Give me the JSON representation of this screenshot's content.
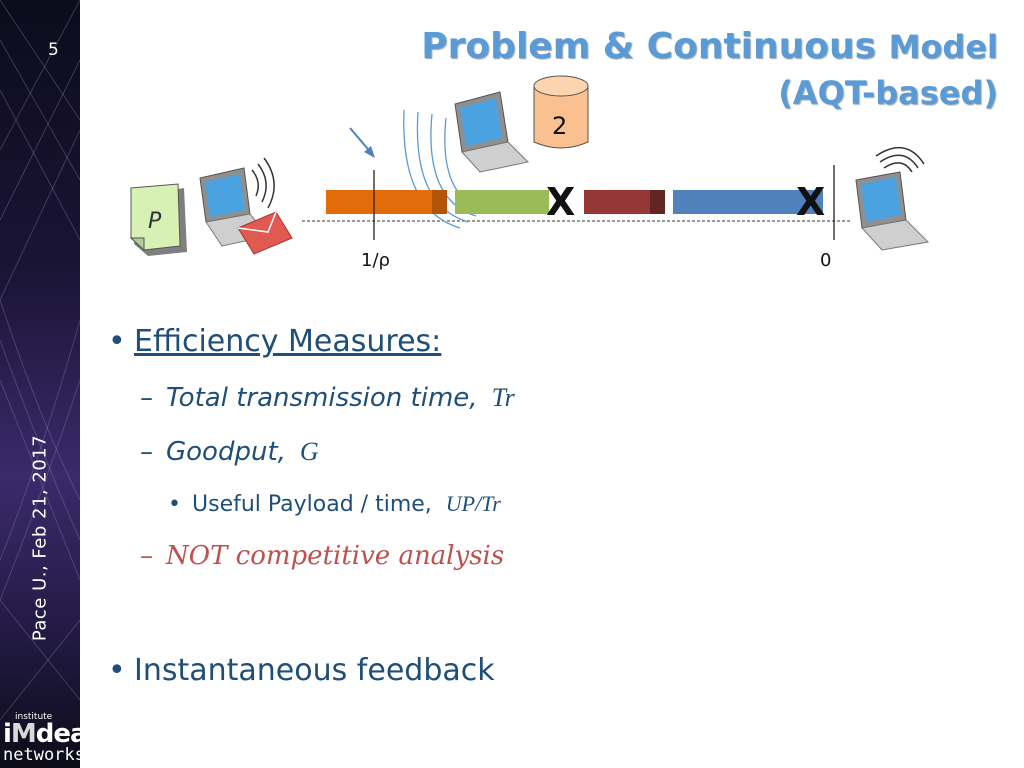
{
  "slide": {
    "number": "5",
    "footer": "Pace U., Feb 21, 2017",
    "logo": {
      "small": "institute",
      "main_i": "i",
      "main_m": "M",
      "main_rest": "dea",
      "sub": "networks"
    },
    "title_line1_a": "Problem & Continuous",
    "title_line1_b": "Model",
    "title_line2": "(AQT-based)"
  },
  "diagram": {
    "packet_label": "P",
    "storage_label": "2",
    "collision_mark_1": "X",
    "collision_mark_2": "X",
    "axis_left_label": "1/ρ",
    "axis_right_label": "0",
    "colors": {
      "orange": "#e36c0a",
      "green": "#9bbb59",
      "red": "#953735",
      "blue": "#4f81bd",
      "storage": "#fac090"
    }
  },
  "bullets": {
    "heading": "Efficiency Measures:",
    "sub1": {
      "text": "Total transmission time,",
      "var": "Tr"
    },
    "sub2": {
      "text": "Goodput,",
      "var": "G"
    },
    "subsub": {
      "text": "Useful Payload / time,",
      "var": "UP/Tr"
    },
    "sub3": "NOT competitive analysis",
    "second": "Instantaneous feedback",
    "dot": "•",
    "dash": "–"
  }
}
